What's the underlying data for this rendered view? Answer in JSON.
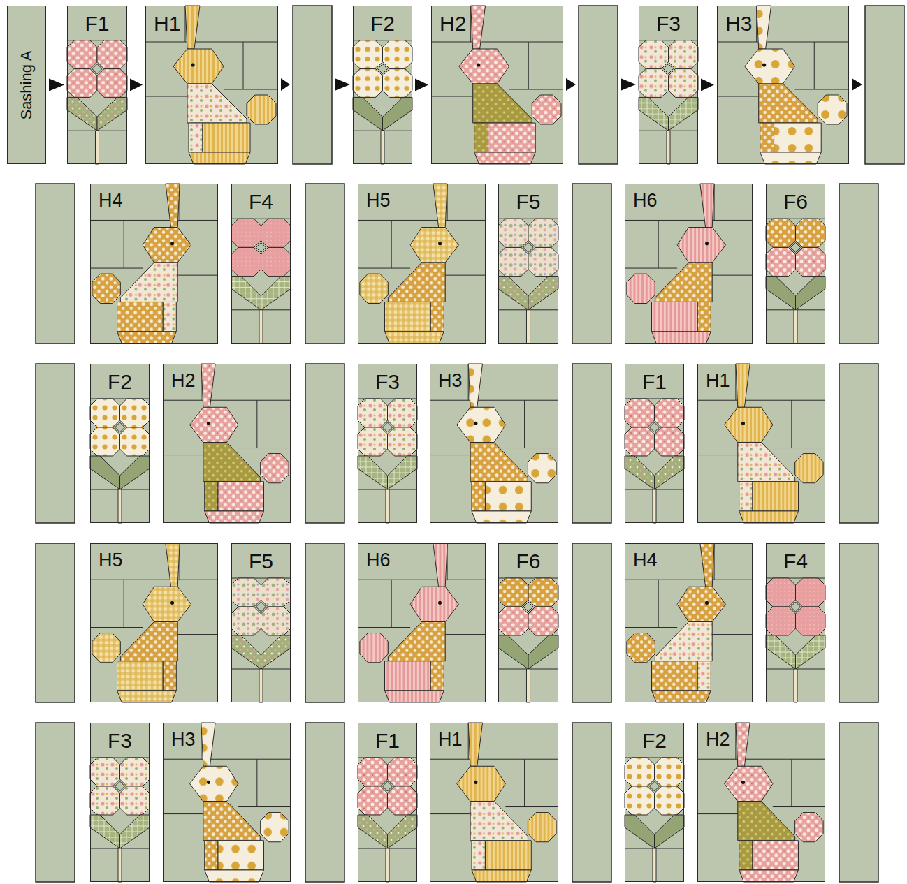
{
  "diagram": {
    "nodes": [
      {
        "text": [
          "Sashing A"
        ]
      },
      {
        "text": [
          "F1"
        ]
      },
      {
        "text": [
          "H1"
        ]
      },
      {
        "text": [
          "F2"
        ]
      },
      {
        "text": [
          "H2"
        ]
      },
      {
        "text": [
          "F3"
        ]
      },
      {
        "text": [
          "H3"
        ]
      },
      {
        "text": [
          "H4"
        ]
      },
      {
        "text": [
          "F4"
        ]
      },
      {
        "text": [
          "H5"
        ]
      },
      {
        "text": [
          "F5"
        ]
      },
      {
        "text": [
          "H6"
        ]
      },
      {
        "text": [
          "F6"
        ]
      },
      {
        "text": [
          "F2"
        ]
      },
      {
        "text": [
          "H2"
        ]
      },
      {
        "text": [
          "F3"
        ]
      },
      {
        "text": [
          "H3"
        ]
      },
      {
        "text": [
          "F1"
        ]
      },
      {
        "text": [
          "H1"
        ]
      },
      {
        "text": [
          "H5"
        ]
      },
      {
        "text": [
          "F5"
        ]
      },
      {
        "text": [
          "H6"
        ]
      },
      {
        "text": [
          "F6"
        ]
      },
      {
        "text": [
          "H4"
        ]
      },
      {
        "text": [
          "F4"
        ]
      },
      {
        "text": [
          "F3"
        ]
      },
      {
        "text": [
          "H3"
        ]
      },
      {
        "text": [
          "F1"
        ]
      },
      {
        "text": [
          "H1"
        ]
      },
      {
        "text": [
          "F2"
        ]
      },
      {
        "text": [
          "H2"
        ]
      }
    ],
    "edges": [
      {
        "from": 0,
        "to": 1,
        "arrow": "to"
      },
      {
        "from": 1,
        "to": 2,
        "arrow": "to"
      },
      {
        "from": 3,
        "to": 4,
        "arrow": "to"
      },
      {
        "from": 5,
        "to": 6,
        "arrow": "to"
      }
    ]
  }
}
